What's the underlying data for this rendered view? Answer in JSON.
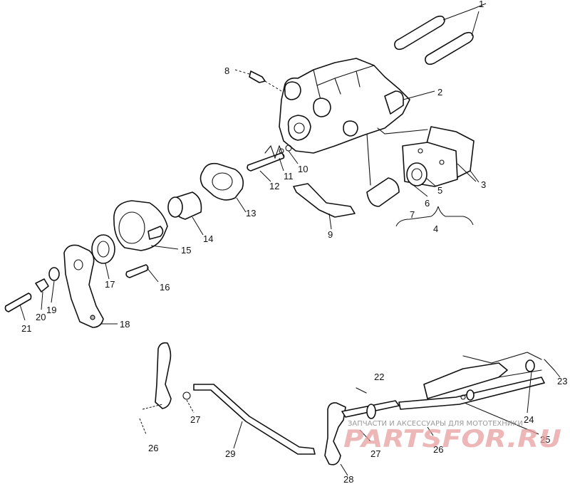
{
  "callouts": [
    {
      "id": "p1",
      "text": "1"
    },
    {
      "id": "p2",
      "text": "2"
    },
    {
      "id": "p3",
      "text": "3"
    },
    {
      "id": "p4",
      "text": "4"
    },
    {
      "id": "p5",
      "text": "5"
    },
    {
      "id": "p6",
      "text": "6"
    },
    {
      "id": "p7",
      "text": "7"
    },
    {
      "id": "p8",
      "text": "8"
    },
    {
      "id": "p9",
      "text": "9"
    },
    {
      "id": "p10",
      "text": "10"
    },
    {
      "id": "p11",
      "text": "11"
    },
    {
      "id": "p12",
      "text": "12"
    },
    {
      "id": "p13",
      "text": "13"
    },
    {
      "id": "p14",
      "text": "14"
    },
    {
      "id": "p15",
      "text": "15"
    },
    {
      "id": "p16",
      "text": "16"
    },
    {
      "id": "p17",
      "text": "17"
    },
    {
      "id": "p18",
      "text": "18"
    },
    {
      "id": "p19",
      "text": "19"
    },
    {
      "id": "p20",
      "text": "20"
    },
    {
      "id": "p21",
      "text": "21"
    },
    {
      "id": "p22",
      "text": "22"
    },
    {
      "id": "p23",
      "text": "23"
    },
    {
      "id": "p24",
      "text": "24"
    },
    {
      "id": "p25",
      "text": "25"
    },
    {
      "id": "p26a",
      "text": "26"
    },
    {
      "id": "p26b",
      "text": "26"
    },
    {
      "id": "p27a",
      "text": "27"
    },
    {
      "id": "p27b",
      "text": "27"
    },
    {
      "id": "p28",
      "text": "28"
    },
    {
      "id": "p29",
      "text": "29"
    }
  ],
  "watermark": {
    "tagline": "ЗАПЧАСТИ И АКСЕССУАРЫ ДЛЯ МОТОТЕХНИКИ",
    "logo": "PARTSFOR.RU",
    "logo_color": "#e8a0a0"
  }
}
